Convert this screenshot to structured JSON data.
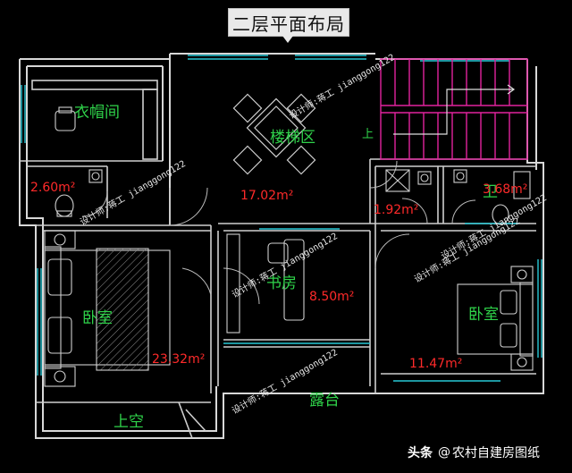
{
  "title": "二层平面布局",
  "rooms": {
    "cloakroom": "衣帽间",
    "stair_area": "楼梯区",
    "study": "书房",
    "bedroom_left": "卧室",
    "bedroom_right": "卧室",
    "bath_right": "卫",
    "terrace": "露台",
    "void": "上空",
    "stair_up": "上"
  },
  "areas": {
    "bath_left": "2.60m²",
    "stair_area": "17.02m²",
    "bath_mid": "1.92m²",
    "bath_right": "3.68m²",
    "study": "8.50m²",
    "bedroom_left": "23.32m²",
    "bedroom_right": "11.47m²"
  },
  "watermarks": {
    "wm1": "设计师:蒋工 jianggong122",
    "wm2": "设计师:蒋工 jianggong122",
    "wm3": "设计师:蒋工 jianggong122",
    "wm4": "设计师:蒋工 jianggong122",
    "wm5": "设计师:蒋工 jianggong122",
    "wm6": "设计师:蒋工 jianggong122"
  },
  "logo": {
    "platform": "头条",
    "at": "@",
    "account": "农村自建房图纸"
  },
  "colors": {
    "wall": "#d8d8d8",
    "window": "#27c7d6",
    "stair": "#e1239e",
    "room_label": "#2fd34a",
    "area_label": "#ff2a2a"
  }
}
